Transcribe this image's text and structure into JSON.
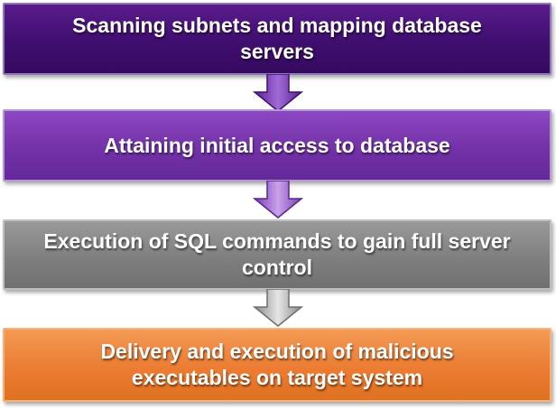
{
  "steps": [
    {
      "label": "Scanning subnets and mapping database servers",
      "line1": "Scanning subnets and mapping database",
      "line2": "servers",
      "color": "#3f0e6e"
    },
    {
      "label": "Attaining initial access to database",
      "line1": "Attaining initial access to database",
      "line2": "",
      "color": "#7332a8"
    },
    {
      "label": "Execution of SQL commands to gain full server control",
      "line1": "Execution of SQL commands to gain full server",
      "line2": "control",
      "color": "#7f7f7f"
    },
    {
      "label": "Delivery and execution of malicious executables on target system",
      "line1": "Delivery and execution of malicious",
      "line2": "executables on target system",
      "color": "#ec7c33"
    }
  ],
  "arrows": [
    {
      "icon": "down-arrow-icon",
      "fill": "#7332a8",
      "stroke": "#3f0e6e"
    },
    {
      "icon": "down-arrow-icon",
      "fill": "#9b59d0",
      "stroke": "#5a2590"
    },
    {
      "icon": "down-arrow-icon",
      "fill": "#b0b0b0",
      "stroke": "#6e6e6e"
    }
  ]
}
